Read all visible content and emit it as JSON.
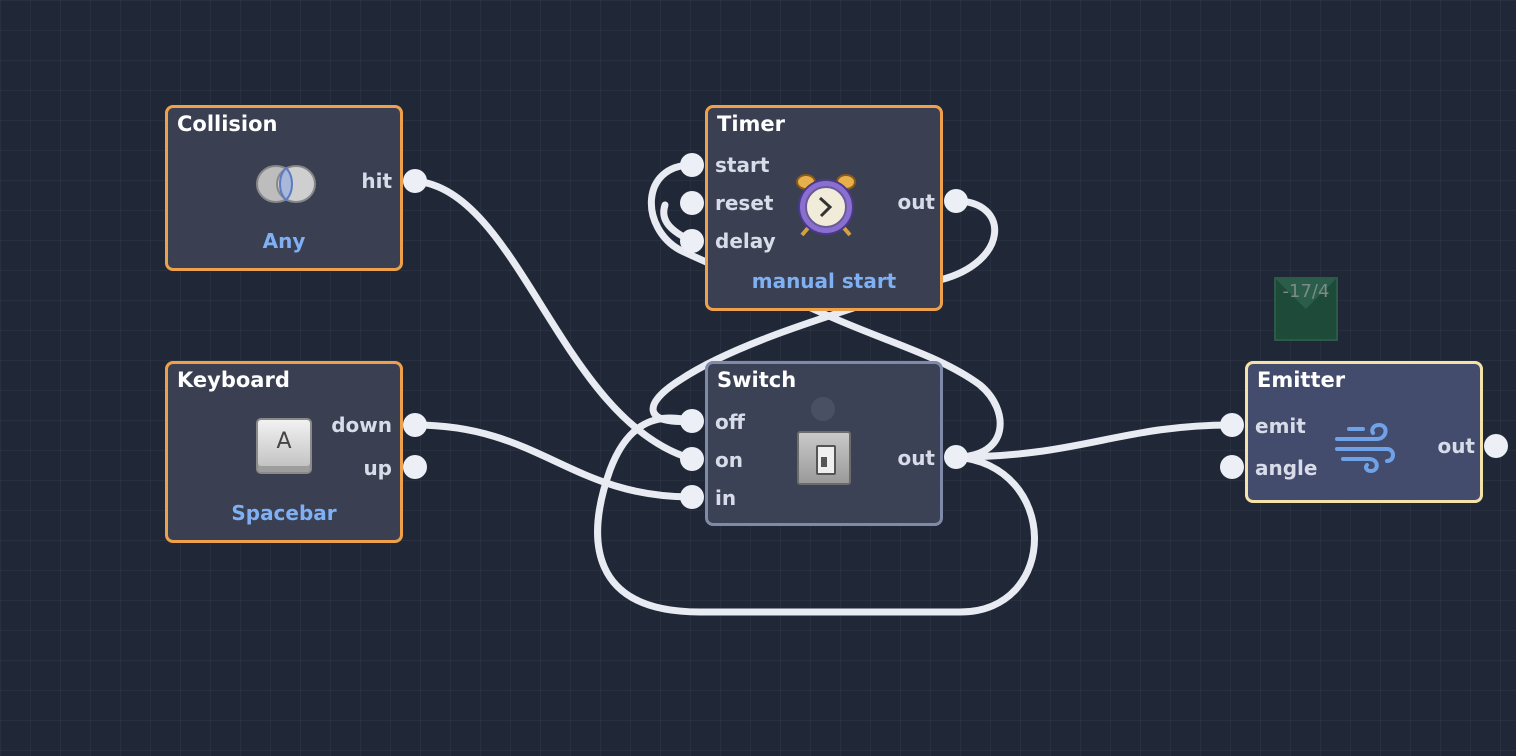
{
  "nodes": {
    "collision": {
      "title": "Collision",
      "out_hit": "hit",
      "mode": "Any",
      "icon": "collision-overlap-icon"
    },
    "keyboard": {
      "title": "Keyboard",
      "out_down": "down",
      "out_up": "up",
      "key_glyph": "A",
      "key_name": "Spacebar",
      "icon": "keyboard-key-icon"
    },
    "timer": {
      "title": "Timer",
      "in_start": "start",
      "in_reset": "reset",
      "in_delay": "delay",
      "out": "out",
      "mode": "manual start",
      "icon": "alarm-clock-icon"
    },
    "switch": {
      "title": "Switch",
      "in_off": "off",
      "in_on": "on",
      "in_in": "in",
      "out": "out",
      "icon": "toggle-switch-icon"
    },
    "emitter": {
      "title": "Emitter",
      "in_emit": "emit",
      "in_angle": "angle",
      "out": "out",
      "icon": "wind-icon"
    }
  },
  "badge": {
    "text": "-17/4"
  },
  "colors": {
    "canvas": "#202838",
    "node_fill": "#3a3f52",
    "node_border_active": "#eea04a",
    "switch_border": "#7f89a8",
    "emitter_border": "#f3e3a8",
    "accent_text": "#7fb0f4",
    "wire": "#e8ebf2"
  }
}
